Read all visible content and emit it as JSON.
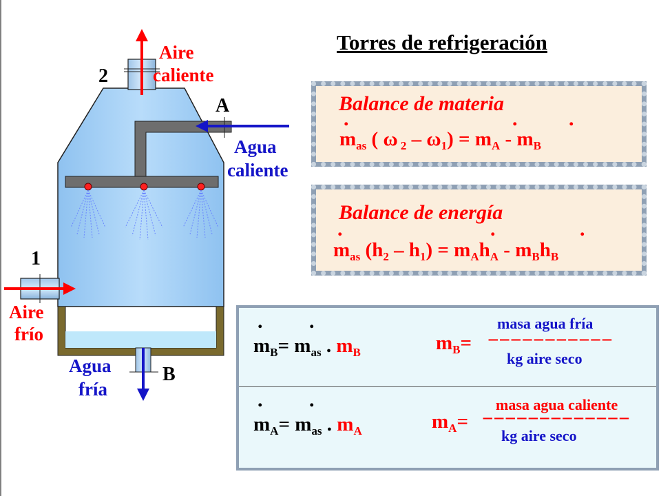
{
  "title": "Torres de refrigeración",
  "diagram": {
    "point_2": "2",
    "point_1": "1",
    "point_A": "A",
    "point_B": "B",
    "aire_caliente_line1": "Aire",
    "aire_caliente_line2": "caliente",
    "aire_frio_line1": "Aire",
    "aire_frio_line2": "frío",
    "agua_caliente_line1": "Agua",
    "agua_caliente_line2": "caliente",
    "agua_fria_line1": "Agua",
    "agua_fria_line2": "fría"
  },
  "materia": {
    "heading": "Balance de materia",
    "m": "m",
    "as": "as",
    "open": "(",
    "omega2": "ω",
    "two": "2",
    "dash": "–",
    "omega1": "ω",
    "one": "1",
    "close_eq": ") = ",
    "mA": "m",
    "A": "A",
    "minus": " - ",
    "mB": "m",
    "B": "B"
  },
  "energia": {
    "heading": "Balance de energía",
    "m": "m",
    "as": "as",
    "h2": "(h",
    "two": "2",
    "dash": " – h",
    "one": "1",
    "close_eq": ") = ",
    "mA": "m",
    "A": "A",
    "hA": "h",
    "A2": "A",
    "minus": " - ",
    "mB": "m",
    "B": "B",
    "hB": "h",
    "B2": "B"
  },
  "panel": {
    "row1_lhs_m": "m",
    "row1_lhs_sub": "B",
    "row1_eq": "=",
    "row1_m": "m",
    "row1_as": "as",
    "row1_dot": ".",
    "row1_mb": "m",
    "row1_mb_sub": "B",
    "row1_def_m": "m",
    "row1_def_sub": "B",
    "row1_def_eq": "=",
    "row1_num": "masa agua fría",
    "row1_line": "−−−−−−−−−−−",
    "row1_den": "kg aire seco",
    "row2_lhs_m": "m",
    "row2_lhs_sub": "A",
    "row2_eq": "=",
    "row2_m": "m",
    "row2_as": "as",
    "row2_dot": ".",
    "row2_ma": "m",
    "row2_ma_sub": "A",
    "row2_def_m": "m",
    "row2_def_sub": "A",
    "row2_def_eq": "=",
    "row2_num": "masa agua caliente",
    "row2_line": "−−−−−−−−−−−−−",
    "row2_den": "kg aire seco"
  },
  "colors": {
    "red": "#ff0000",
    "blue": "#1515c8",
    "tower_fill": "#a8d0f5",
    "basin": "#7a6a2e",
    "pipe_gray": "#6e6e6e",
    "box_fill": "#fbeedd",
    "panel_fill": "#eaf8fb"
  }
}
